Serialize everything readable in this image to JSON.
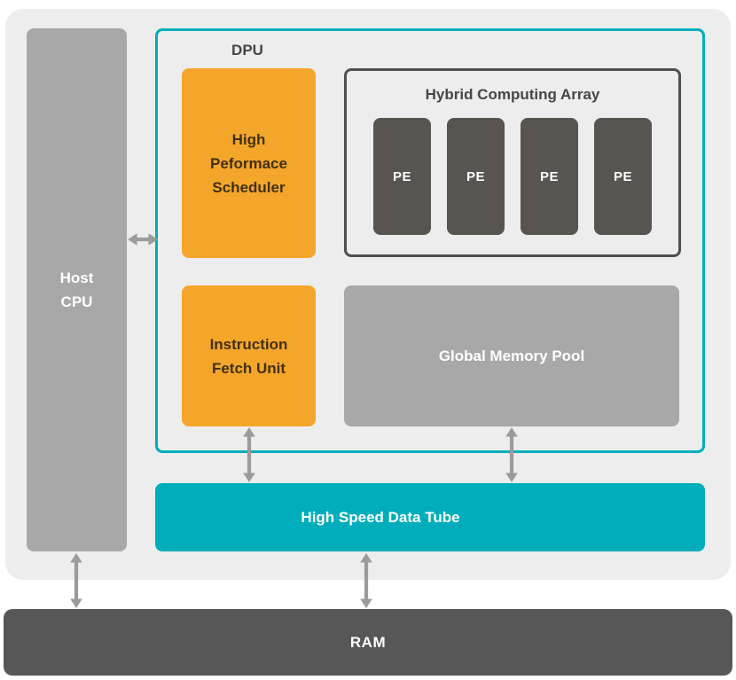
{
  "diagram": {
    "host_cpu": {
      "line1": "Host",
      "line2": "CPU"
    },
    "dpu": {
      "label": "DPU"
    },
    "scheduler": {
      "line1": "High",
      "line2": "Peformace",
      "line3": "Scheduler"
    },
    "hybrid_array": {
      "label": "Hybrid Computing Array",
      "pes": [
        {
          "label": "PE"
        },
        {
          "label": "PE"
        },
        {
          "label": "PE"
        },
        {
          "label": "PE"
        }
      ]
    },
    "ifu": {
      "line1": "Instruction",
      "line2": "Fetch Unit"
    },
    "gmp": {
      "label": "Global Memory Pool"
    },
    "tube": {
      "label": "High Speed Data Tube"
    },
    "ram": {
      "label": "RAM"
    },
    "colors": {
      "teal": "#00AEBB",
      "orange": "#F4A62B",
      "gray_block": "#A8A8A8",
      "pe_dark": "#585551",
      "ram_dark": "#575757",
      "panel_bg": "#EDEDED",
      "arrow_gray": "#9B9B9B",
      "label_text": "#464646",
      "orange_text": "#42300E"
    }
  }
}
